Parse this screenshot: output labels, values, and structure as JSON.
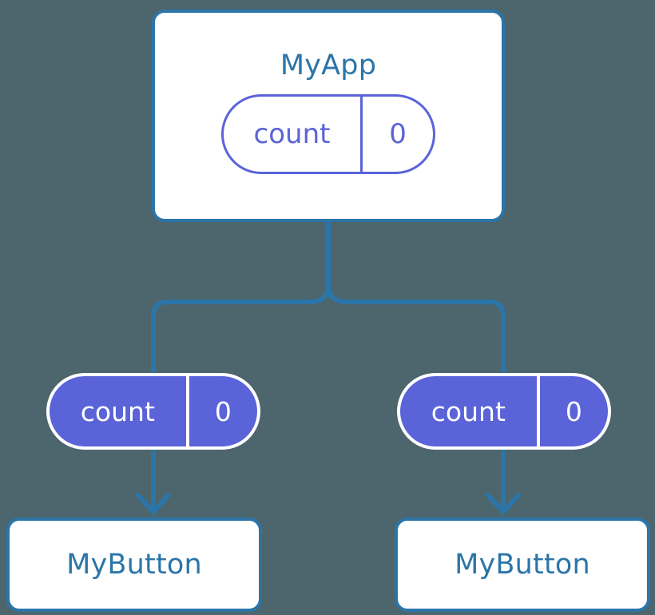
{
  "diagram": {
    "title_note": "React component tree with shared count state",
    "background_color": "#4d656d",
    "accent_blue": "#2b75a8",
    "accent_purple": "#5a63d8",
    "root": {
      "name": "MyApp",
      "state": {
        "key": "count",
        "value": "0"
      }
    },
    "children": [
      {
        "name": "MyButton",
        "state": {
          "key": "count",
          "value": "0"
        }
      },
      {
        "name": "MyButton",
        "state": {
          "key": "count",
          "value": "0"
        }
      }
    ],
    "connectors": {
      "fork_label": "parent-to-children-fork",
      "arrow_label": "state-to-child-arrow"
    }
  }
}
